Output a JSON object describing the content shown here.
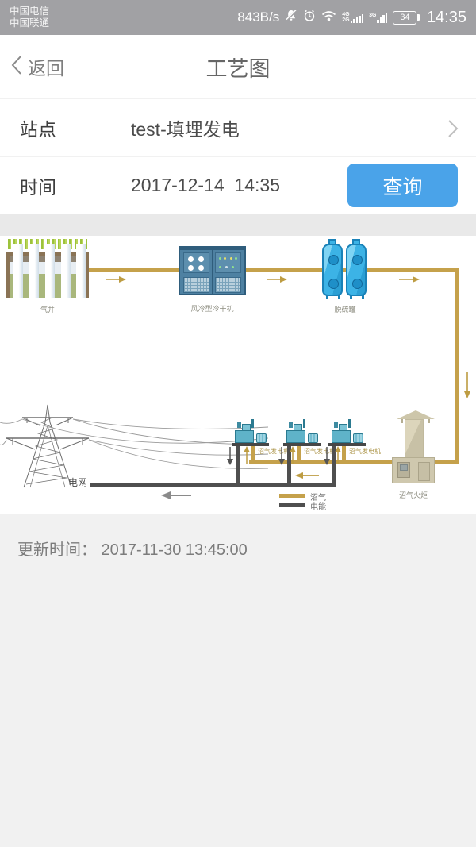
{
  "status_bar": {
    "carrier_line1": "中国电信",
    "carrier_line2": "中国联通",
    "network_speed": "843B/s",
    "signal1_top": "4G",
    "signal1_bottom": "2G",
    "signal2": "3G",
    "battery_level": "34",
    "time": "14:35"
  },
  "nav": {
    "back_label": "返回",
    "title": "工艺图"
  },
  "form": {
    "station_label": "站点",
    "station_value": "test-填埋发电",
    "time_label": "时间",
    "time_value": "2017-12-14  14:35",
    "query_button": "查询"
  },
  "diagram": {
    "labels": {
      "gas_well": "气井",
      "dryer": "风冷型冷干机",
      "desulfurizer": "脱硫罐",
      "generator": "沼气发电机",
      "torch": "沼气火炬",
      "power_grid": "电网"
    },
    "legend": {
      "biogas": "沼气",
      "power": "电能"
    },
    "colors": {
      "biogas_line": "#c5a14b",
      "power_line": "#4f4f4f"
    }
  },
  "theme": {
    "accent_blue": "#4aa3e9"
  },
  "footer": {
    "update_time": "更新时间： 2017-11-30 13:45:00"
  }
}
